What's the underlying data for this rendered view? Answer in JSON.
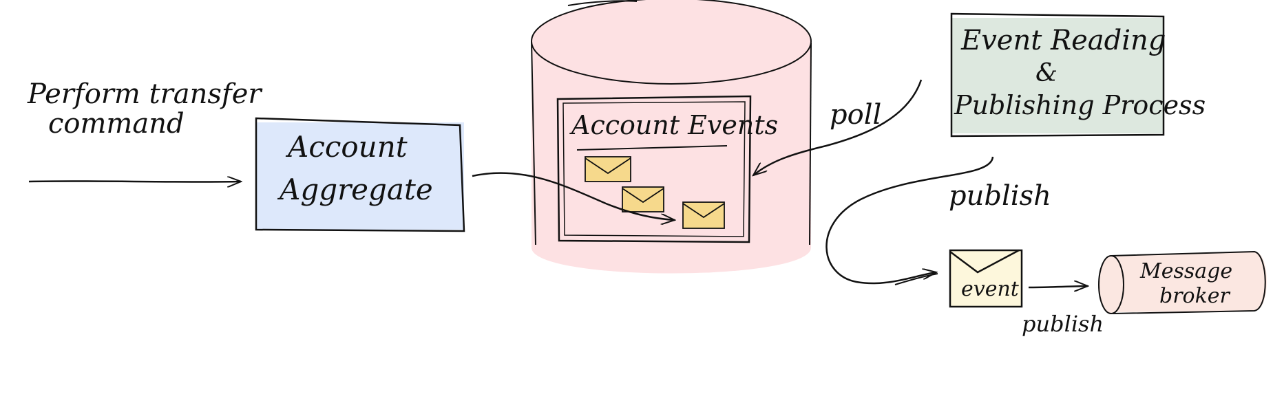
{
  "labels": {
    "command": [
      "Perform transfer",
      "command"
    ],
    "aggregate": [
      "Account",
      "Aggregate"
    ],
    "events_table": "Account Events",
    "poll": "poll",
    "process": [
      "Event Reading",
      "&",
      "Publishing Process"
    ],
    "publish_top": "publish",
    "event_envelope": "event",
    "publish_bottom": "publish",
    "broker": [
      "Message",
      "broker"
    ]
  },
  "colors": {
    "ink": "#111111",
    "aggregate_fill": "#dde8fb",
    "database_fill": "#fde1e3",
    "process_fill": "#dde8df",
    "envelope_fill": "#f6d98c",
    "event_fill": "#fdf7dc",
    "broker_fill": "#fbe7e1"
  },
  "icons": {
    "envelope": "envelope-icon",
    "database": "database-cylinder",
    "queue": "message-queue-cylinder"
  }
}
